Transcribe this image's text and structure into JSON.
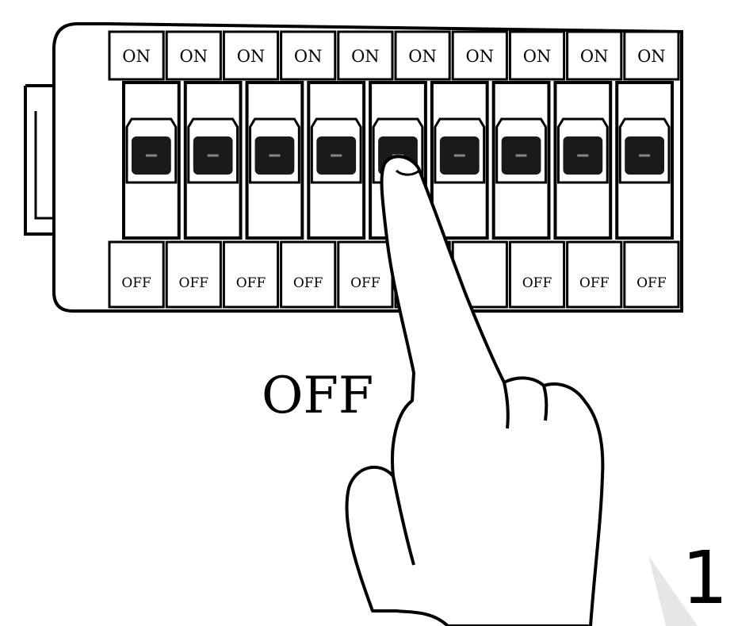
{
  "panel": {
    "on_labels": [
      "ON",
      "ON",
      "ON",
      "ON",
      "ON",
      "ON",
      "ON",
      "ON",
      "ON",
      "ON"
    ],
    "off_labels": [
      "OFF",
      "OFF",
      "OFF",
      "OFF",
      "OFF",
      "",
      "",
      "OFF",
      "OFF",
      "OFF"
    ],
    "switch_count": 9
  },
  "caption": "OFF",
  "step_number": "1.",
  "colors": {
    "line": "#000000",
    "background": "#ffffff",
    "toggle": "#1a1a1a",
    "watermark": "#dcdcdc"
  },
  "icons": {
    "hand": "pointing-hand-icon",
    "breaker": "breaker-switch-icon"
  }
}
